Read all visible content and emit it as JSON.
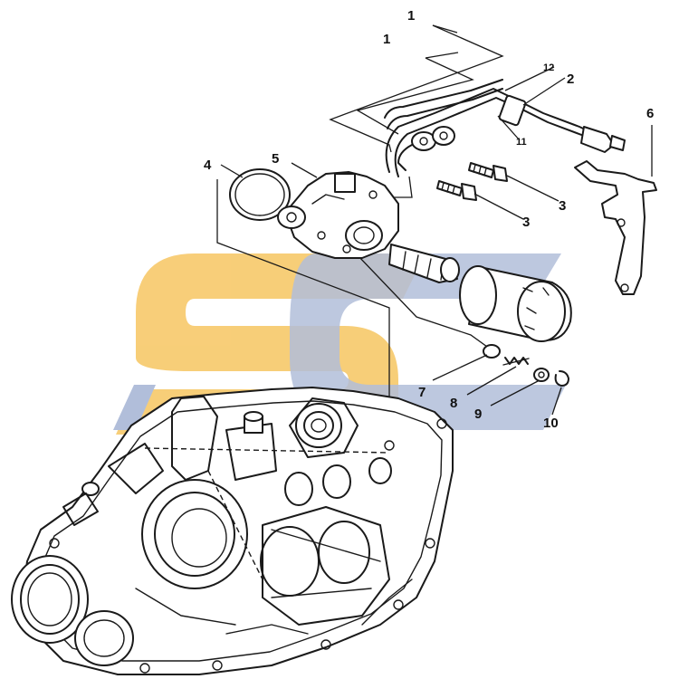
{
  "watermark": {
    "letters": "SC",
    "color_s": "#f7c96a",
    "color_c": "#a9b7d6"
  },
  "callouts": [
    {
      "id": "c1a",
      "label": "1"
    },
    {
      "id": "c1b",
      "label": "1"
    },
    {
      "id": "c12",
      "label": "12"
    },
    {
      "id": "c2",
      "label": "2"
    },
    {
      "id": "c6",
      "label": "6"
    },
    {
      "id": "c11",
      "label": "11"
    },
    {
      "id": "c4",
      "label": "4"
    },
    {
      "id": "c5",
      "label": "5"
    },
    {
      "id": "c3a",
      "label": "3"
    },
    {
      "id": "c3b",
      "label": "3"
    },
    {
      "id": "c7",
      "label": "7"
    },
    {
      "id": "c8",
      "label": "8"
    },
    {
      "id": "c9",
      "label": "9"
    },
    {
      "id": "c10",
      "label": "10"
    }
  ]
}
